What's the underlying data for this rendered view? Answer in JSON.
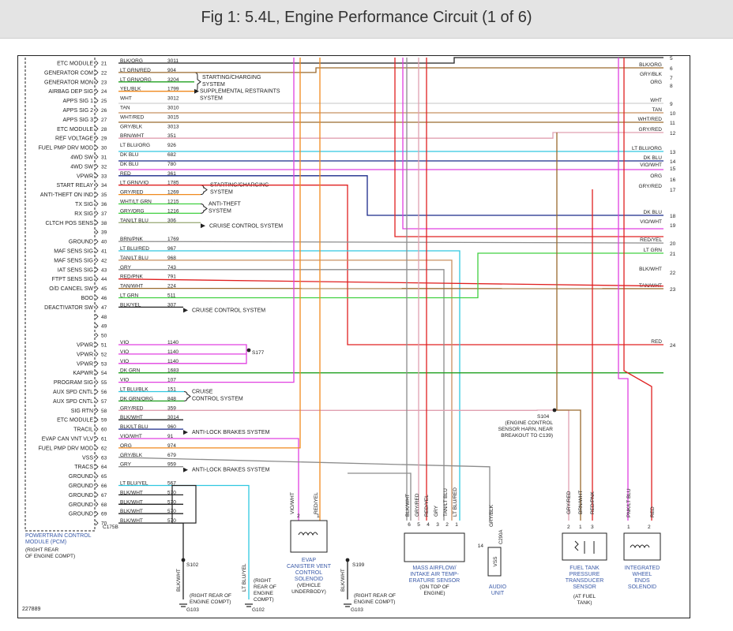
{
  "header": {
    "title": "Fig 1: 5.4L, Engine Performance Circuit (1 of 6)"
  },
  "colors": {
    "header_bg": "#e4e4e4",
    "frame": "#222222",
    "text": "#222222",
    "blue_label": "#3a5aa8",
    "wire_black": "#222222",
    "wire_gray": "#8c8c8c",
    "wire_orange": "#f08a1e",
    "wire_brown": "#9a6a2e",
    "wire_violet": "#e040e0",
    "wire_red": "#e02020",
    "wire_darkblue": "#1a2a8a",
    "wire_lightblue": "#30c8e0",
    "wire_green": "#20a020",
    "wire_lightgreen": "#40d040",
    "wire_tan": "#c89060",
    "wire_pink": "#e0a0b0",
    "wire_graygreen": "#a0b080",
    "wire_white": "#d0d0d0"
  },
  "pcm_pins": [
    {
      "pin": "21",
      "label": "ETC MODULE",
      "color": "BLK/ORG",
      "circuit": "3011"
    },
    {
      "pin": "22",
      "label": "GENERATOR COM",
      "color": "LT GRN/RED",
      "circuit": "904"
    },
    {
      "pin": "23",
      "label": "GENERATOR MON",
      "color": "LT GRN/ORG",
      "circuit": "3204"
    },
    {
      "pin": "24",
      "label": "AIRBAG DEP SIG",
      "color": "YEL/BLK",
      "circuit": "1799"
    },
    {
      "pin": "25",
      "label": "APPS SIG 1",
      "color": "WHT",
      "circuit": "3012"
    },
    {
      "pin": "26",
      "label": "APPS SIG 2",
      "color": "TAN",
      "circuit": "3010"
    },
    {
      "pin": "27",
      "label": "APPS SIG 3",
      "color": "WHT/RED",
      "circuit": "3015"
    },
    {
      "pin": "28",
      "label": "ETC MODULE",
      "color": "GRY/BLK",
      "circuit": "3013"
    },
    {
      "pin": "29",
      "label": "REF VOLTAGE",
      "color": "BRN/WHT",
      "circuit": "351"
    },
    {
      "pin": "30",
      "label": "FUEL PMP DRV MOD",
      "color": "LT BLU/ORG",
      "circuit": "926"
    },
    {
      "pin": "31",
      "label": "4WD SW",
      "color": "DK BLU",
      "circuit": "682"
    },
    {
      "pin": "32",
      "label": "4WD SW",
      "color": "DK BLU",
      "circuit": "780"
    },
    {
      "pin": "33",
      "label": "VPWR",
      "color": "RED",
      "circuit": "361"
    },
    {
      "pin": "34",
      "label": "START RELAY",
      "color": "LT GRN/VIO",
      "circuit": "1785"
    },
    {
      "pin": "35",
      "label": "ANTI-THEFT ON IND",
      "color": "GRY/RED",
      "circuit": "1269"
    },
    {
      "pin": "36",
      "label": "TX SIG",
      "color": "WHT/LT GRN",
      "circuit": "1215"
    },
    {
      "pin": "37",
      "label": "RX SIG",
      "color": "GRY/ORG",
      "circuit": "1216"
    },
    {
      "pin": "38",
      "label": "CLTCH POS SENS",
      "color": "TAN/LT BLU",
      "circuit": "306"
    },
    {
      "pin": "39",
      "label": "",
      "color": "",
      "circuit": ""
    },
    {
      "pin": "40",
      "label": "GROUND",
      "color": "BRN/PNK",
      "circuit": "1769"
    },
    {
      "pin": "41",
      "label": "MAF SENS SIG",
      "color": "LT BLU/RED",
      "circuit": "967"
    },
    {
      "pin": "42",
      "label": "MAF SENS SIG",
      "color": "TAN/LT BLU",
      "circuit": "968"
    },
    {
      "pin": "43",
      "label": "IAT SENS SIG",
      "color": "GRY",
      "circuit": "743"
    },
    {
      "pin": "44",
      "label": "FTPT SENS SIG",
      "color": "RED/PNK",
      "circuit": "791"
    },
    {
      "pin": "45",
      "label": "O/D CANCEL SW",
      "color": "TAN/WHT",
      "circuit": "224"
    },
    {
      "pin": "46",
      "label": "BOO",
      "color": "LT GRN",
      "circuit": "511"
    },
    {
      "pin": "47",
      "label": "DEACTIVATOR SW",
      "color": "BLK/YEL",
      "circuit": "307"
    },
    {
      "pin": "48",
      "label": "",
      "color": "",
      "circuit": ""
    },
    {
      "pin": "49",
      "label": "",
      "color": "",
      "circuit": ""
    },
    {
      "pin": "50",
      "label": "",
      "color": "",
      "circuit": ""
    },
    {
      "pin": "51",
      "label": "VPWR",
      "color": "VIO",
      "circuit": "1140"
    },
    {
      "pin": "52",
      "label": "VPWR",
      "color": "VIO",
      "circuit": "1140"
    },
    {
      "pin": "53",
      "label": "VPWR",
      "color": "VIO",
      "circuit": "1140"
    },
    {
      "pin": "54",
      "label": "KAPWR",
      "color": "DK GRN",
      "circuit": "1683"
    },
    {
      "pin": "55",
      "label": "PROGRAM SIG",
      "color": "VIO",
      "circuit": "107"
    },
    {
      "pin": "56",
      "label": "AUX SPD CNTL",
      "color": "LT BLU/BLK",
      "circuit": "151"
    },
    {
      "pin": "57",
      "label": "AUX SPD CNTL",
      "color": "DK GRN/ORG",
      "circuit": "848"
    },
    {
      "pin": "58",
      "label": "SIG RTN",
      "color": "GRY/RED",
      "circuit": "359"
    },
    {
      "pin": "59",
      "label": "ETC MODULE",
      "color": "BLK/WHT",
      "circuit": "3014"
    },
    {
      "pin": "60",
      "label": "TRACIL",
      "color": "BLK/LT BLU",
      "circuit": "960"
    },
    {
      "pin": "61",
      "label": "EVAP CAN VNT VLV",
      "color": "VIO/WHT",
      "circuit": "91"
    },
    {
      "pin": "62",
      "label": "FUEL PMP DRV MOD",
      "color": "ORG",
      "circuit": "974"
    },
    {
      "pin": "63",
      "label": "VSS",
      "color": "GRY/BLK",
      "circuit": "679"
    },
    {
      "pin": "64",
      "label": "TRACS",
      "color": "GRY",
      "circuit": "959"
    },
    {
      "pin": "65",
      "label": "GROUND",
      "color": "",
      "circuit": ""
    },
    {
      "pin": "66",
      "label": "GROUND",
      "color": "LT BLU/YEL",
      "circuit": "567"
    },
    {
      "pin": "67",
      "label": "GROUND",
      "color": "BLK/WHT",
      "circuit": "570"
    },
    {
      "pin": "68",
      "label": "GROUND",
      "color": "BLK/WHT",
      "circuit": "570"
    },
    {
      "pin": "69",
      "label": "GROUND",
      "color": "BLK/WHT",
      "circuit": "570"
    },
    {
      "pin": "70",
      "label": "",
      "color": "BLK/WHT",
      "circuit": "570"
    }
  ],
  "system_refs": {
    "starting_charging_1": [
      "STARTING/CHARGING",
      "SYSTEM"
    ],
    "supplemental_restraints": [
      "SUPPLEMENTAL RESTRAINTS",
      "SYSTEM"
    ],
    "starting_charging_2": [
      "STARTING/CHARGING",
      "SYSTEM"
    ],
    "anti_theft": [
      "ANTI-THEFT",
      "SYSTEM"
    ],
    "cruise_control_1": "CRUISE CONTROL SYSTEM",
    "cruise_control_2": "CRUISE CONTROL SYSTEM",
    "cruise_control_3": [
      "CRUISE",
      "CONTROL SYSTEM"
    ],
    "anti_lock_1": "ANTI-LOCK BRAKES SYSTEM",
    "anti_lock_2": "ANTI-LOCK BRAKES SYSTEM"
  },
  "right_terminals": [
    {
      "num": "5",
      "color": ""
    },
    {
      "num": "6",
      "color": "BLK/ORG"
    },
    {
      "num": "7",
      "color": "GRY/BLK"
    },
    {
      "num": "8",
      "color": "ORG"
    },
    {
      "num": "9",
      "color": "WHT"
    },
    {
      "num": "10",
      "color": "TAN"
    },
    {
      "num": "11",
      "color": "WHT/RED"
    },
    {
      "num": "12",
      "color": "GRY/RED"
    },
    {
      "num": "13",
      "color": "LT BLU/ORG"
    },
    {
      "num": "14",
      "color": "DK BLU"
    },
    {
      "num": "15",
      "color": "VIO/WHT"
    },
    {
      "num": "16",
      "color": "ORG"
    },
    {
      "num": "17",
      "color": "GRY/RED"
    },
    {
      "num": "18",
      "color": "DK BLU"
    },
    {
      "num": "19",
      "color": "VIO/WHT"
    },
    {
      "num": "20",
      "color": "RED/YEL"
    },
    {
      "num": "21",
      "color": "LT GRN"
    },
    {
      "num": "22",
      "color": "BLK/WHT"
    },
    {
      "num": "23",
      "color": "TAN/WHT"
    },
    {
      "num": "24",
      "color": "RED"
    }
  ],
  "splices": {
    "s177": "S177",
    "s104": "S104",
    "s104_note": [
      "(ENGINE CONTROL",
      "SENSOR HARN, NEAR",
      "BREAKOUT TO C139)"
    ],
    "s102": "S102",
    "s199": "S199"
  },
  "pcm_block": {
    "connector": "C175B",
    "name": [
      "POWERTRAIN CONTROL",
      "MODULE (PCM)"
    ],
    "location": [
      "(RIGHT REAR",
      "OF ENGINE COMPT)"
    ]
  },
  "grounds": [
    {
      "wire": "BLK/WHT",
      "name": "G103",
      "location": [
        "(RIGHT REAR OF",
        "ENGINE COMPT)"
      ]
    },
    {
      "wire": "LT BLU/YEL",
      "name": "G102",
      "location": [
        "(RIGHT",
        "REAR OF",
        "ENGINE",
        "COMPT)"
      ]
    },
    {
      "wire": "BLK/WHT",
      "name": "G103",
      "location": [
        "(RIGHT REAR OF",
        "ENGINE COMPT)"
      ]
    }
  ],
  "components": {
    "evap": {
      "wires": [
        "VIO/WHT",
        "RED/YEL"
      ],
      "pins": [
        "2",
        "1"
      ],
      "name": [
        "EVAP",
        "CANISTER VENT",
        "CONTROL",
        "SOLENOID"
      ],
      "location": [
        "(VEHICLE",
        "UNDERBODY)"
      ]
    },
    "maf": {
      "wires": [
        "BLK/WHT",
        "GRY/RED",
        "RED/YEL",
        "GRY",
        "TAN/LT BLU",
        "LT BLU/RED"
      ],
      "pins": [
        "6",
        "5",
        "4",
        "3",
        "2",
        "1"
      ],
      "name": [
        "MASS AIRFLOW/",
        "INTAKE AIR TEMP-",
        "ERATURE SENSOR"
      ],
      "location": [
        "(ON TOP OF",
        "ENGINE)"
      ]
    },
    "audio": {
      "wire": "GRY/BLK",
      "connector": "C290A",
      "pin": "14",
      "inside": "VSS",
      "name": [
        "AUDIO",
        "UNIT"
      ]
    },
    "fuel_tank": {
      "wires": [
        "GRY/RED",
        "BRN/WHT",
        "RED/PNK"
      ],
      "pins": [
        "2",
        "1",
        "3"
      ],
      "name": [
        "FUEL TANK",
        "PRESSURE",
        "TRANSDUCER",
        "SENSOR"
      ],
      "location": [
        "(AT FUEL",
        "TANK)"
      ]
    },
    "iwe": {
      "wires": [
        "PNK/LT BLU",
        "RED"
      ],
      "pins": [
        "1",
        "2"
      ],
      "name": [
        "INTEGRATED",
        "WHEEL",
        "ENDS",
        "SOLENOID"
      ]
    }
  },
  "figure_number": "227889"
}
